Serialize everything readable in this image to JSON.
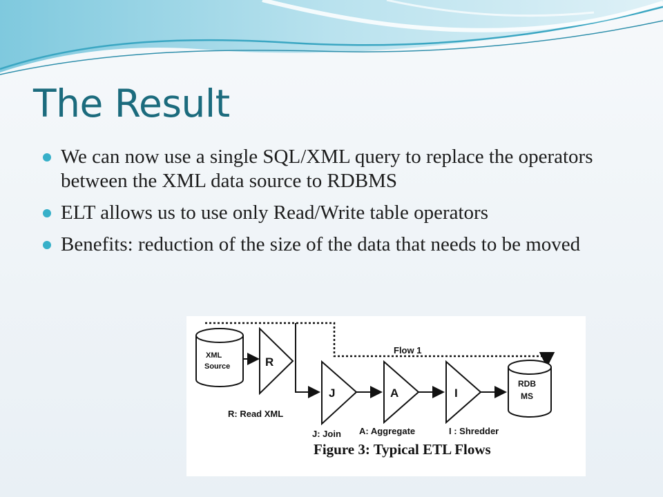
{
  "slide": {
    "title": "The Result",
    "bullets": [
      "We can now use a single SQL/XML query to replace the operators between the XML data source to RDBMS",
      "ELT allows us to use only Read/Write table operators",
      "Benefits: reduction of the size of the data that needs to be moved"
    ],
    "colors": {
      "title": "#1b6b7d",
      "bullet": "#37b0c9",
      "wave_dark": "#3aa6c2",
      "wave_light": "#a8d9e8"
    }
  },
  "figure": {
    "source_line1": "XML",
    "source_line2": "Source",
    "target_line1": "RDB",
    "target_line2": "MS",
    "flow_label": "Flow 1",
    "op_read": "R",
    "op_join": "J",
    "op_aggregate": "A",
    "op_shredder": "I",
    "label_read": "R: Read XML",
    "label_join": "J: Join",
    "label_aggregate": "A: Aggregate",
    "label_shredder": "I : Shredder",
    "caption": "Figure 3: Typical ETL Flows"
  }
}
